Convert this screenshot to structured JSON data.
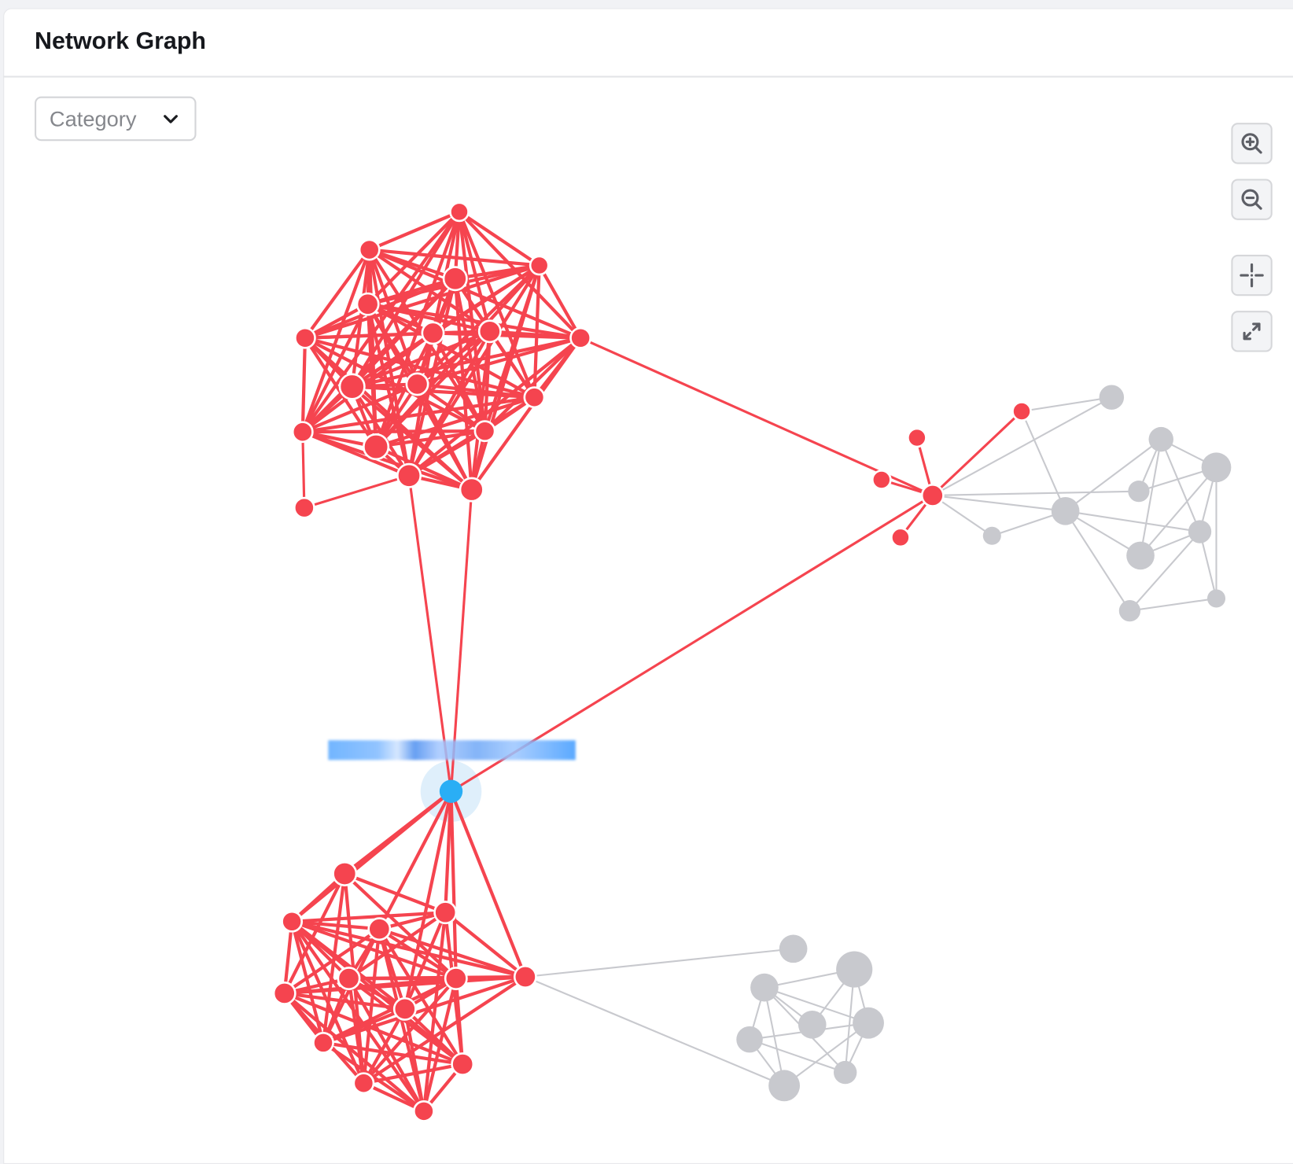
{
  "header": {
    "title": "Network Graph"
  },
  "filter": {
    "selected": "Category",
    "icon": "chevron-down-icon"
  },
  "controls": [
    {
      "name": "zoom-in-button",
      "icon": "zoom-in-icon"
    },
    {
      "name": "zoom-out-button",
      "icon": "zoom-out-icon"
    },
    {
      "name": "center-button",
      "icon": "crosshair-icon"
    },
    {
      "name": "fullscreen-button",
      "icon": "expand-icon"
    }
  ],
  "colors": {
    "highlight": "#f5444f",
    "dimmed": "#c8c9ce",
    "selected": "#2aaef5",
    "selected_halo": "#d7ebfa"
  },
  "graph": {
    "selected_node_label_redacted": true
  }
}
